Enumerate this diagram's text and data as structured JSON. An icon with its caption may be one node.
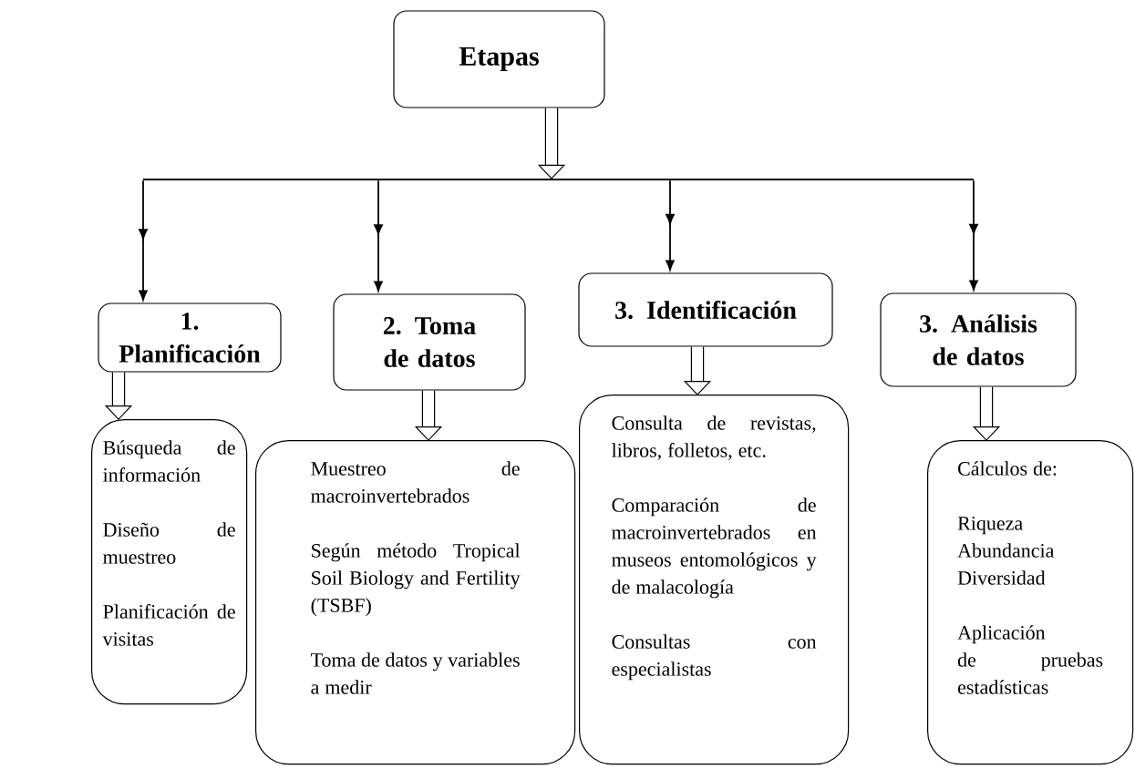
{
  "diagram": {
    "nodes": [
      {
        "text": [
          "Etapas"
        ]
      },
      {
        "text": [],
        "shape": "bar"
      },
      {
        "text": [
          "1. Planificación"
        ]
      },
      {
        "text": [
          "2. Toma de datos"
        ]
      },
      {
        "text": [
          "3. Identificación"
        ]
      },
      {
        "text": [
          "3. Análisis de datos"
        ]
      },
      {
        "text": [
          "Búsqueda de información",
          "Diseño de muestreo",
          "Planificación de visitas"
        ]
      },
      {
        "text": [
          "Muestreo de macroinvertebrados",
          "Según método Tropical Soil Biology and Fertility (TSBF)",
          "Toma de datos y variables a medir"
        ]
      },
      {
        "text": [
          "Consulta de revistas, libros, folletos, etc.",
          "Comparación de macroinvertebrados en museos entomológicos y de malacología",
          "Consultas con especialistas"
        ]
      },
      {
        "text": [
          "Cálculos de:",
          "Riqueza Abundancia Diversidad",
          "Aplicación de pruebas estadísticas"
        ]
      }
    ],
    "edges": [
      {
        "from": 0,
        "to": 1,
        "arrow": "to"
      },
      {
        "from": 1,
        "to": 2,
        "arrow": "to"
      },
      {
        "from": 1,
        "to": 3,
        "arrow": "to"
      },
      {
        "from": 1,
        "to": 4,
        "arrow": "to"
      },
      {
        "from": 1,
        "to": 5,
        "arrow": "to"
      },
      {
        "from": 2,
        "to": 6,
        "arrow": "to"
      },
      {
        "from": 3,
        "to": 7,
        "arrow": "to"
      },
      {
        "from": 4,
        "to": 8,
        "arrow": "to"
      },
      {
        "from": 5,
        "to": 9,
        "arrow": "to"
      }
    ]
  }
}
